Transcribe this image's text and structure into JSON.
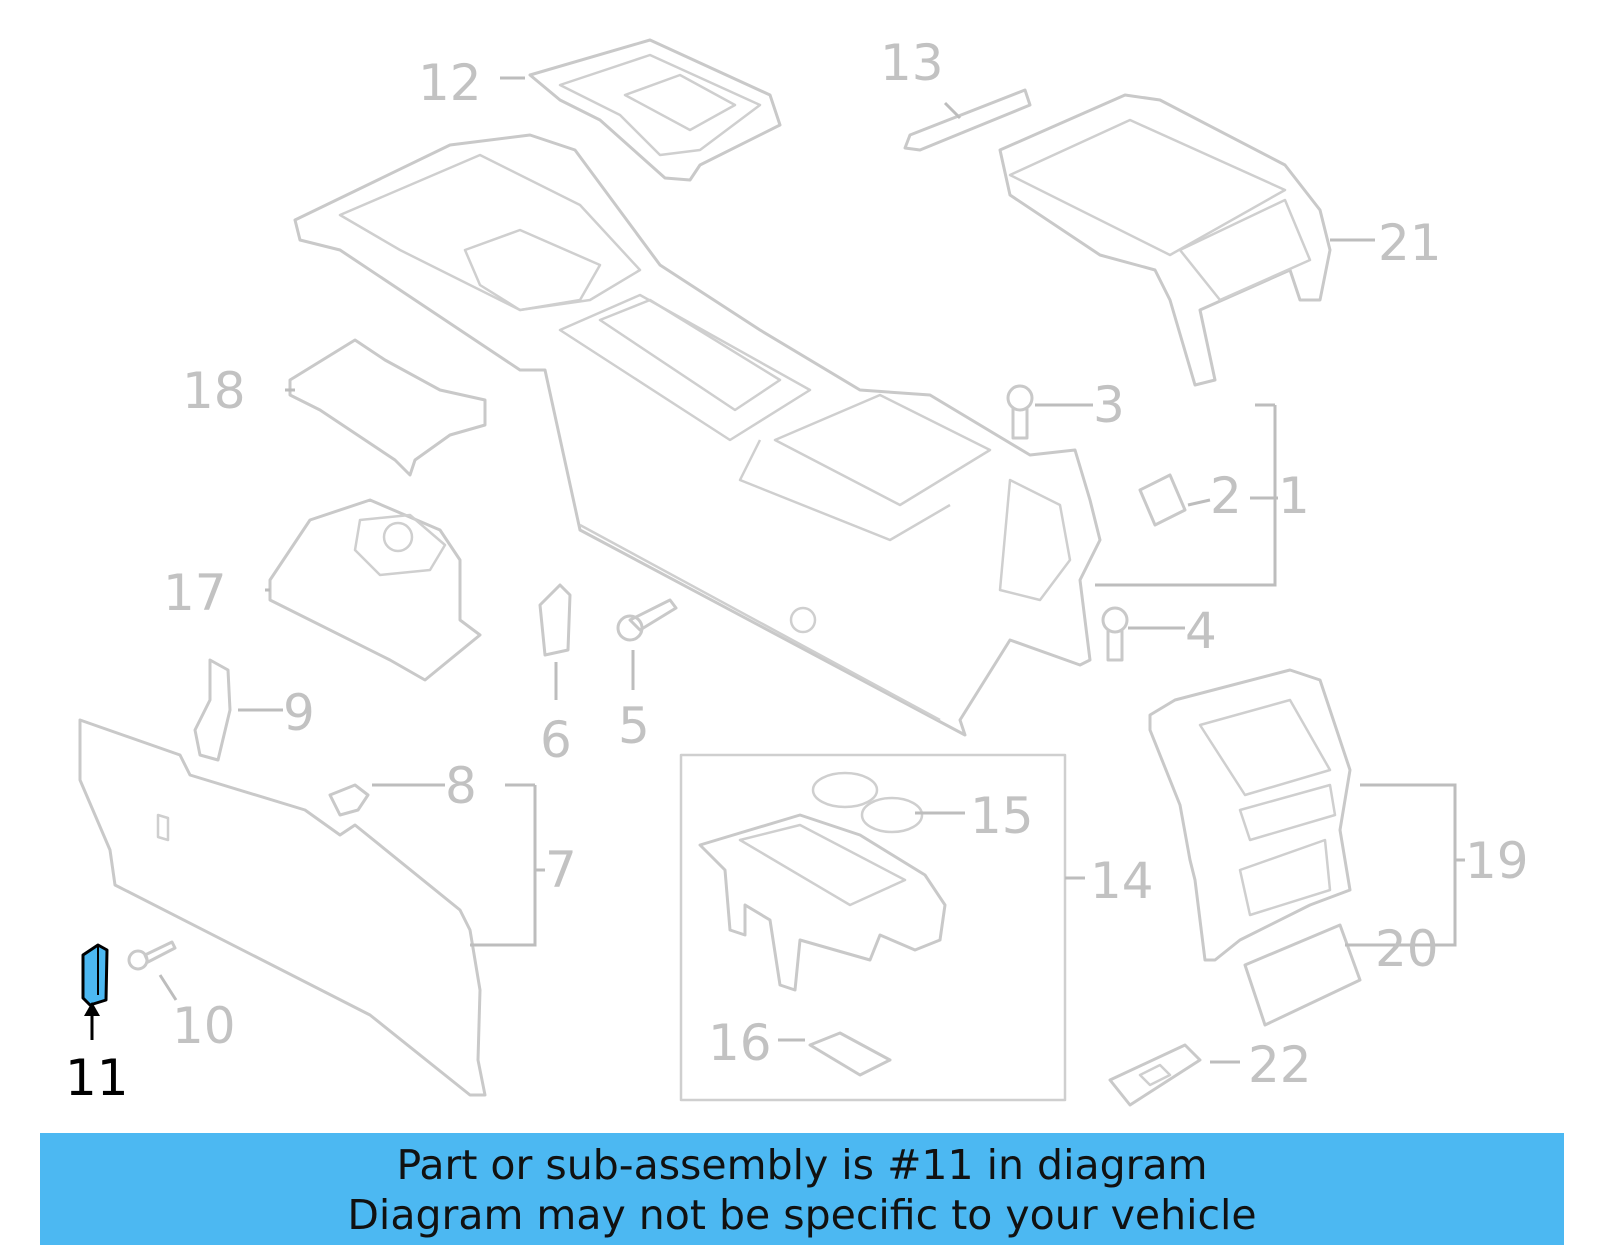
{
  "callouts": {
    "c1": "1",
    "c2": "2",
    "c3": "3",
    "c4": "4",
    "c5": "5",
    "c6": "6",
    "c7": "7",
    "c8": "8",
    "c9": "9",
    "c10": "10",
    "c11": "11",
    "c12": "12",
    "c13": "13",
    "c14": "14",
    "c15": "15",
    "c16": "16",
    "c17": "17",
    "c18": "18",
    "c19": "19",
    "c20": "20",
    "c21": "21",
    "c22": "22"
  },
  "highlighted_part": "11",
  "colors": {
    "highlight_fill": "#4cb8f2",
    "banner": "#4cb8f2",
    "part_line": "#c9c9c9"
  },
  "banner": {
    "line1": "Part or sub-assembly is #11 in diagram",
    "line2": "Diagram may not be specific to your vehicle"
  }
}
